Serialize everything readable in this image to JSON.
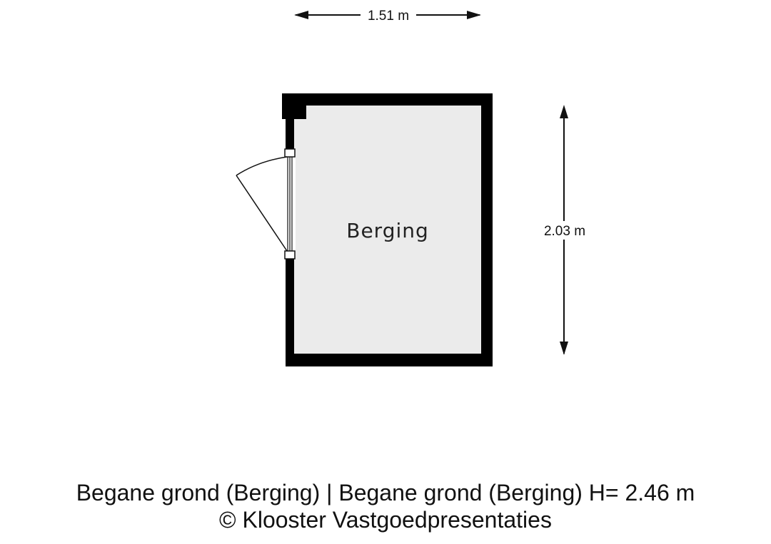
{
  "floorplan": {
    "room_label": "Berging",
    "width_dimension": "1.51 m",
    "height_dimension": "2.03 m"
  },
  "caption": {
    "line1": "Begane grond (Berging) | Begane grond (Berging)  H= 2.46 m",
    "line2": "© Klooster Vastgoedpresentaties"
  },
  "colors": {
    "wall": "#000000",
    "floor": "#ebebeb",
    "line": "#111111"
  }
}
